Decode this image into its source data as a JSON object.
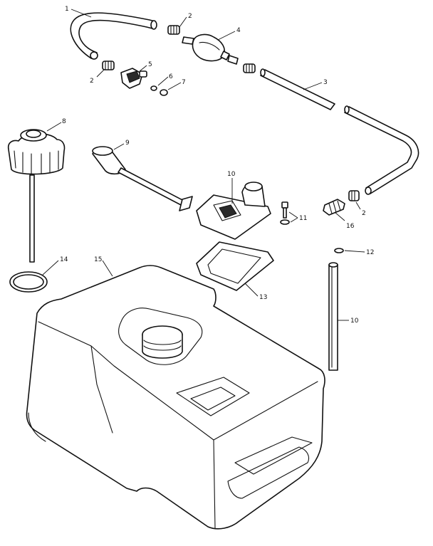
{
  "callouts": {
    "c1": "1",
    "c2a": "2",
    "c2b": "2",
    "c2c": "2",
    "c3": "3",
    "c4": "4",
    "c5": "5",
    "c6": "6",
    "c7": "7",
    "c8": "8",
    "c9": "9",
    "c10a": "10",
    "c10b": "10",
    "c11": "11",
    "c12": "12",
    "c13": "13",
    "c14": "14",
    "c15": "15",
    "c16": "16"
  },
  "colors": {
    "line": "#111111",
    "background": "#ffffff"
  }
}
